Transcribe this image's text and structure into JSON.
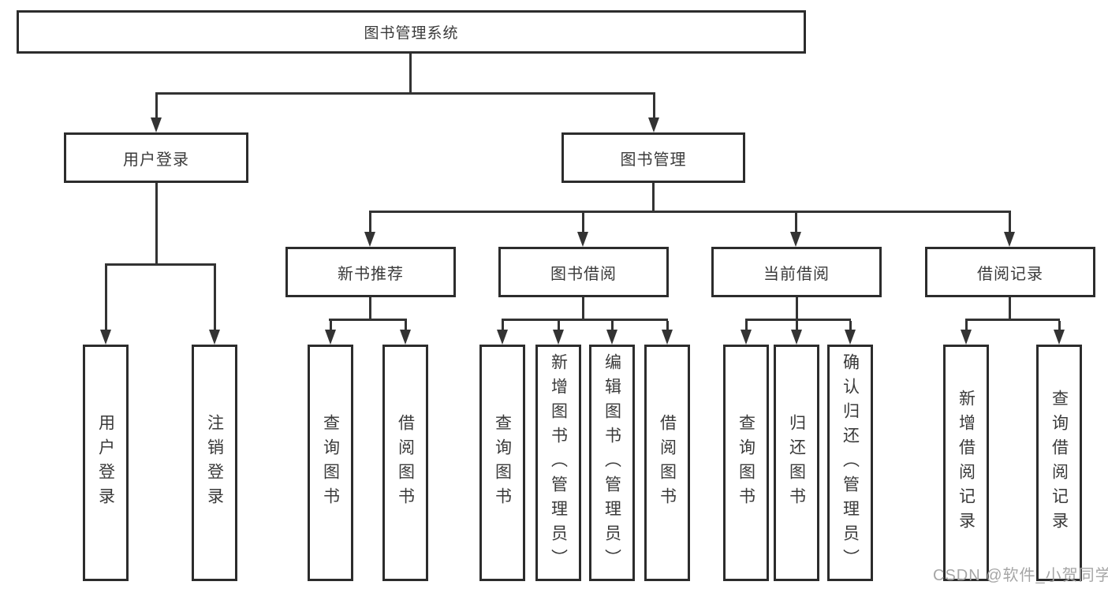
{
  "diagram": {
    "root_label": "图书管理系统",
    "user_login": {
      "label": "用户登录",
      "children": [
        "用户登录",
        "注销登录"
      ]
    },
    "book_mgmt": {
      "label": "图书管理",
      "sections": [
        {
          "label": "新书推荐",
          "children": [
            "查询图书",
            "借阅图书"
          ]
        },
        {
          "label": "图书借阅",
          "children": [
            "查询图书",
            "新增图书（管理员）",
            "编辑图书（管理员）",
            "借阅图书"
          ]
        },
        {
          "label": "当前借阅",
          "children": [
            "查询图书",
            "归还图书",
            "确认归还（管理员）"
          ]
        },
        {
          "label": "借阅记录",
          "children": [
            "新增借阅记录",
            "查询借阅记录"
          ]
        }
      ]
    },
    "watermark": "CSDN @软件_小贺同学",
    "colors": {
      "line": "#333333",
      "border": "#2c2c2c",
      "text": "#3a3a3a",
      "watermark": "#a6a6a6",
      "background": "#ffffff"
    }
  }
}
